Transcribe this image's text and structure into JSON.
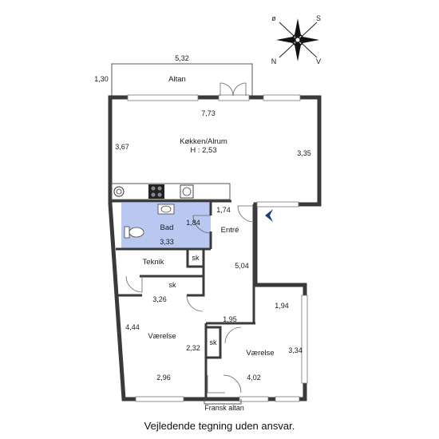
{
  "compass": {
    "n": "ø",
    "s": "S",
    "w": "N",
    "e": "V"
  },
  "rooms": {
    "altan": "Altan",
    "kitchen": "Køkken/Alrum",
    "kitchen_height": "H : 2,53",
    "bad": "Bad",
    "entre": "Entré",
    "teknik": "Teknik",
    "sk1": "sk",
    "sk2": "sk",
    "sk3": "sk",
    "vaerelse1": "Værelse",
    "vaerelse2": "Værelse",
    "fransk_altan": "Fransk altan"
  },
  "dimensions": {
    "altan_width": "5,32",
    "altan_depth": "1,30",
    "kitchen_width": "7,73",
    "kitchen_left": "3,67",
    "kitchen_right": "3,35",
    "bad_width": "3,33",
    "bad_depth": "1,84",
    "entre_top": "1,74",
    "entre_height": "5,04",
    "entre_bottom": "1,95",
    "teknik_width": "3,26",
    "room1_height": "4,44",
    "room1_depth": "2,32",
    "room1_width": "2,96",
    "room2_top": "1,94",
    "room2_height": "3,34",
    "room2_width": "4,02"
  },
  "disclaimer": "Vejledende tegning uden ansvar.",
  "colors": {
    "bathroom": "#b8c8f0",
    "wall": "#3a3a3a",
    "arrow": "#1c3f73"
  }
}
